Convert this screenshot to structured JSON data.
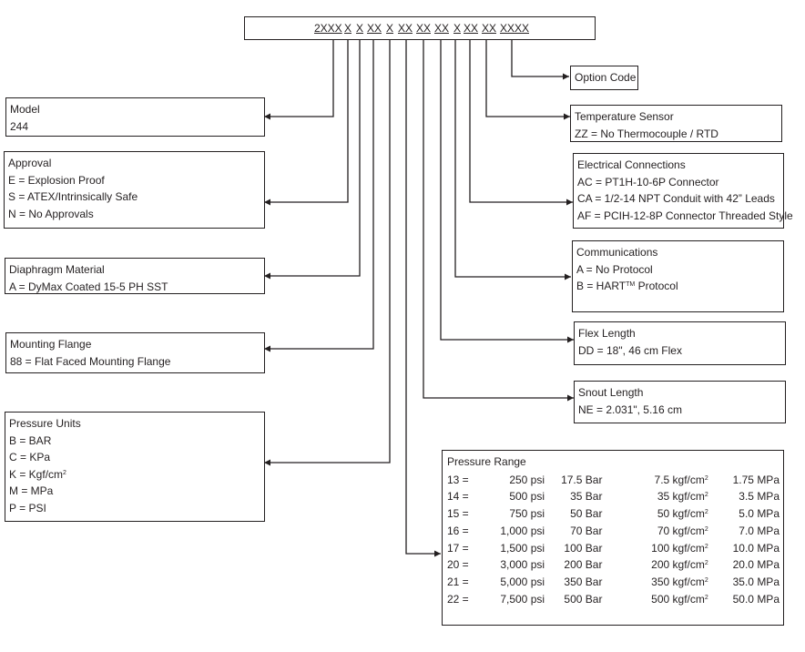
{
  "code_segments": [
    "2XXX",
    "X",
    "X",
    "XX",
    "X",
    "XX",
    "XX",
    "XX",
    "X",
    "XX",
    "XX",
    "XXXX"
  ],
  "model": {
    "title": "Model",
    "lines": [
      "244"
    ]
  },
  "approval": {
    "title": "Approval",
    "lines": [
      "E = Explosion Proof",
      "S = ATEX/Intrinsically Safe",
      "N = No Approvals"
    ]
  },
  "diaphragm": {
    "title": "Diaphragm Material",
    "lines": [
      "A =  DyMax Coated 15-5 PH SST"
    ]
  },
  "mounting": {
    "title": "Mounting Flange",
    "lines": [
      "88 = Flat Faced Mounting Flange"
    ]
  },
  "units": {
    "title": "Pressure Units",
    "lines": [
      "B =  BAR",
      "C = KPa",
      "K = Kgf/cm",
      "M = MPa",
      "P = PSI"
    ],
    "kgf_sup": "2"
  },
  "option": {
    "title": "Option Code"
  },
  "temp": {
    "title": "Temperature Sensor",
    "lines": [
      "ZZ = No Thermocouple / RTD"
    ]
  },
  "electrical": {
    "title": "Electrical Connections",
    "lines": [
      "AC = PT1H-10-6P Connector",
      "CA = 1/2-14 NPT Conduit with 42” Leads",
      "AF = PCIH-12-8P Connector Threaded Style"
    ]
  },
  "comms": {
    "title": "Communications",
    "line1": "A =  No Protocol",
    "line2_pre": "B =  HART",
    "line2_tm": "TM",
    "line2_post": " Protocol"
  },
  "flex": {
    "title": "Flex  Length",
    "lines": [
      "DD = 18\", 46 cm Flex"
    ]
  },
  "snout": {
    "title": "Snout Length",
    "lines": [
      "NE =  2.031\", 5.16 cm"
    ]
  },
  "range": {
    "title": "Pressure Range",
    "kgf_sup": "2",
    "rows": [
      {
        "code": "13 =",
        "psi": "250 psi",
        "bar": "17.5 Bar",
        "kgf": "7.5 kgf/cm",
        "mpa": "1.75 MPa"
      },
      {
        "code": "14 =",
        "psi": "500 psi",
        "bar": "35 Bar",
        "kgf": "35 kgf/cm",
        "mpa": "3.5 MPa"
      },
      {
        "code": "15 =",
        "psi": "750 psi",
        "bar": "50 Bar",
        "kgf": "50 kgf/cm",
        "mpa": "5.0 MPa"
      },
      {
        "code": "16 =",
        "psi": "1,000 psi",
        "bar": "70 Bar",
        "kgf": "70 kgf/cm",
        "mpa": "7.0 MPa"
      },
      {
        "code": "17 =",
        "psi": "1,500 psi",
        "bar": "100 Bar",
        "kgf": "100 kgf/cm",
        "mpa": "10.0 MPa"
      },
      {
        "code": "20 =",
        "psi": "3,000 psi",
        "bar": "200 Bar",
        "kgf": "200 kgf/cm",
        "mpa": "20.0 MPa"
      },
      {
        "code": "21 =",
        "psi": "5,000 psi",
        "bar": "350 Bar",
        "kgf": "350 kgf/cm",
        "mpa": "35.0 MPa"
      },
      {
        "code": "22 =",
        "psi": "7,500 psi",
        "bar": "500 Bar",
        "kgf": "500 kgf/cm",
        "mpa": "50.0 MPa"
      }
    ]
  }
}
